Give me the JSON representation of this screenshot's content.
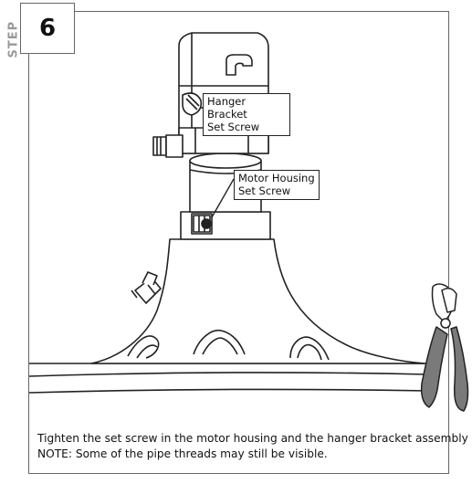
{
  "step": {
    "word": "STEP",
    "number": "6"
  },
  "callouts": {
    "hanger_bracket": "Hanger Bracket\nSet Screw",
    "motor_housing": "Motor Housing\nSet Screw"
  },
  "caption": {
    "line1": "Tighten the set screw in the motor housing and the hanger bracket assembly",
    "line2": "NOTE: Some of the pipe threads may still  be visible."
  },
  "colors": {
    "frame": "#666666",
    "step_word": "#999999",
    "plier_handle": "#7a7a7a"
  }
}
